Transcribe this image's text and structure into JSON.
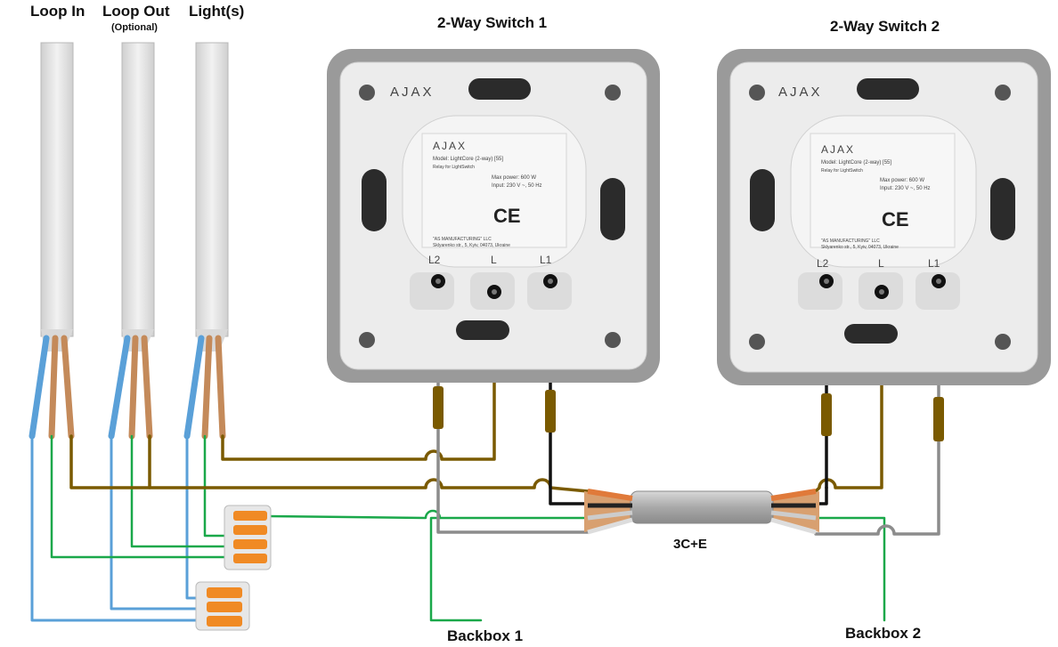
{
  "labels": {
    "loop_in": "Loop In",
    "loop_out": "Loop Out",
    "loop_out_note": "(Optional)",
    "lights": "Light(s)",
    "switch1": "2-Way Switch 1",
    "switch2": "2-Way Switch 2",
    "cable": "3C+E",
    "backbox1": "Backbox 1",
    "backbox2": "Backbox 2"
  },
  "device": {
    "brand": "AJAX",
    "model": "Model: LightCore (2-way) [55]",
    "relay": "Relay for LightSwitch",
    "max_power": "Max power: 600 W",
    "input": "Input: 230 V ~, 50 Hz",
    "ce": "CE",
    "maker1": "\"AS MANUFACTURING\" LLC",
    "maker2": "Sklyarenko str., 5, Kyiv, 04073, Ukraine",
    "terminal_l2": "L2",
    "terminal_l": "L",
    "terminal_l1": "L1"
  },
  "colors": {
    "live_brown": "#7a5a00",
    "neutral_blue": "#5aa0d8",
    "earth_green": "#1aa84a",
    "black": "#111111",
    "grey": "#8c8c8c",
    "cable_sheath": "#e6e6e6",
    "device_frame": "#9a9a9a",
    "device_body": "#ececec",
    "connector_orange": "#f08a24"
  }
}
